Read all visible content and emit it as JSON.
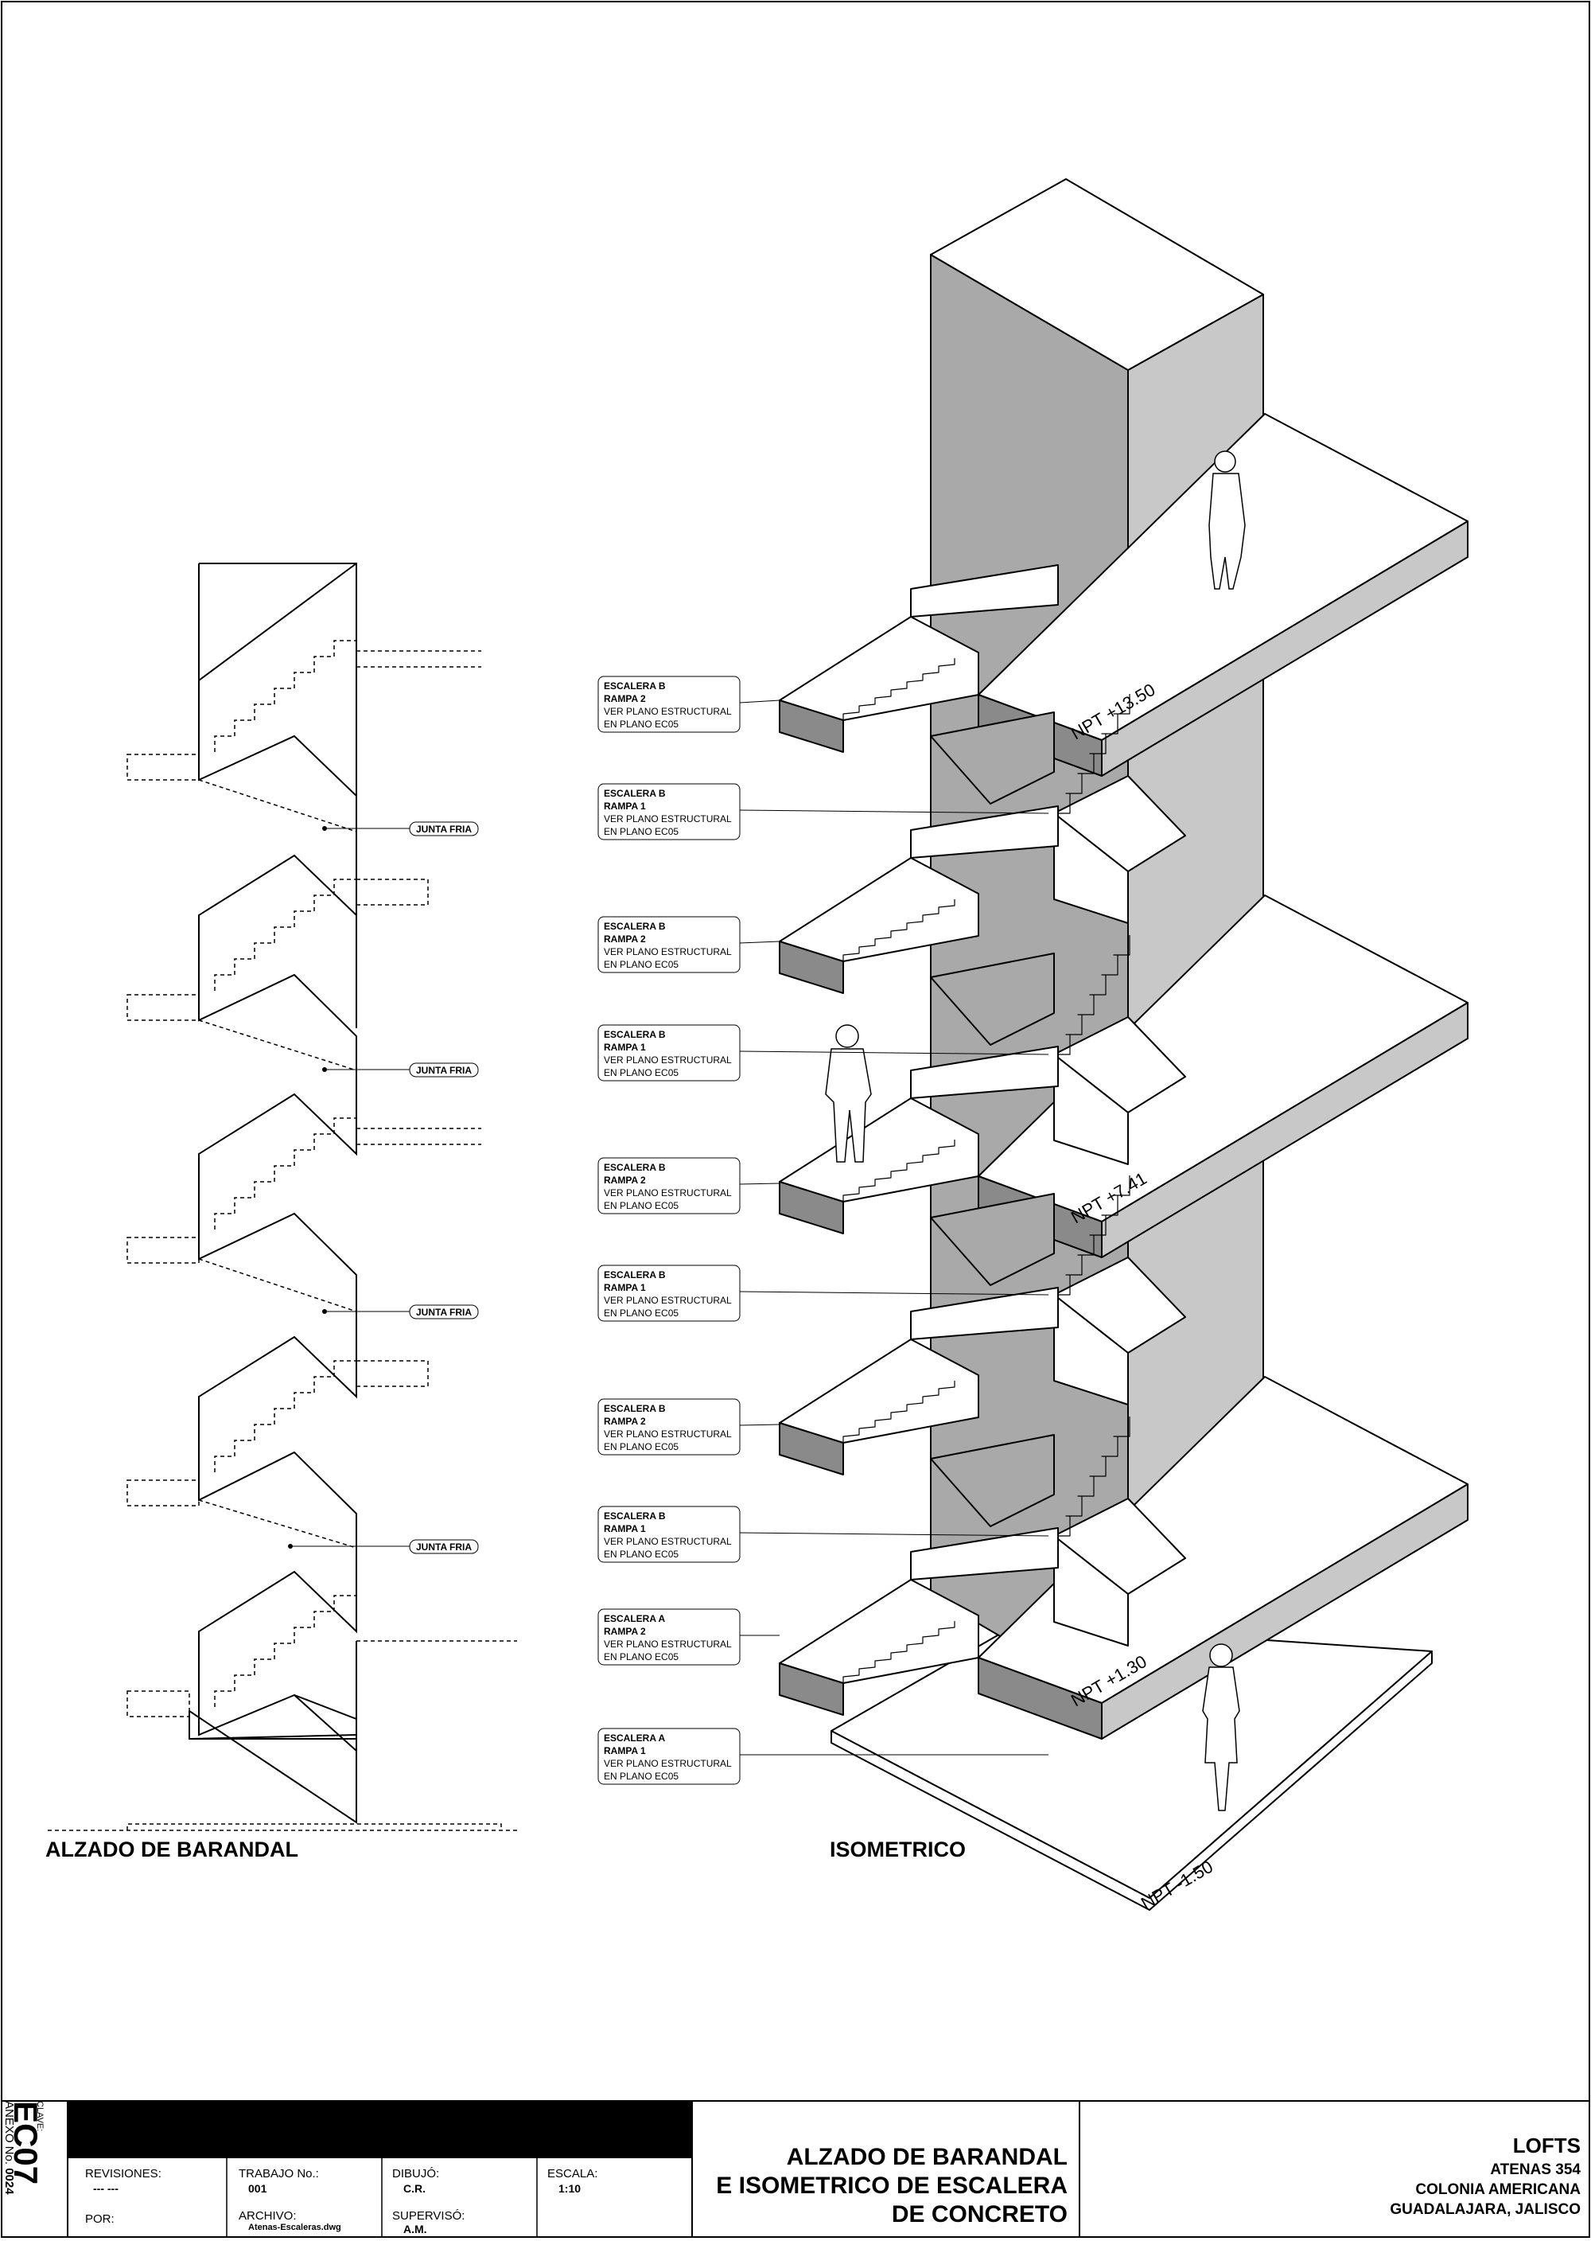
{
  "views": {
    "left_title": "ALZADO DE BARANDAL",
    "right_title": "ISOMETRICO"
  },
  "junta_labels": [
    "JUNTA FRIA",
    "JUNTA FRIA",
    "JUNTA FRIA",
    "JUNTA FRIA"
  ],
  "levels": [
    "NPT +13.50",
    "NPT +7.41",
    "NPT +1.30",
    "NPT -1.50"
  ],
  "callouts": [
    {
      "line1": "ESCALERA B",
      "line2": "RAMPA 2",
      "line3": "VER PLANO ESTRUCTURAL",
      "line4": "EN PLANO EC05"
    },
    {
      "line1": "ESCALERA B",
      "line2": "RAMPA 1",
      "line3": "VER PLANO ESTRUCTURAL",
      "line4": "EN PLANO EC05"
    },
    {
      "line1": "ESCALERA B",
      "line2": "RAMPA 2",
      "line3": "VER PLANO ESTRUCTURAL",
      "line4": "EN PLANO EC05"
    },
    {
      "line1": "ESCALERA B",
      "line2": "RAMPA 1",
      "line3": "VER PLANO ESTRUCTURAL",
      "line4": "EN PLANO EC05"
    },
    {
      "line1": "ESCALERA B",
      "line2": "RAMPA 2",
      "line3": "VER PLANO ESTRUCTURAL",
      "line4": "EN PLANO EC05"
    },
    {
      "line1": "ESCALERA B",
      "line2": "RAMPA 1",
      "line3": "VER PLANO ESTRUCTURAL",
      "line4": "EN PLANO EC05"
    },
    {
      "line1": "ESCALERA B",
      "line2": "RAMPA 2",
      "line3": "VER PLANO ESTRUCTURAL",
      "line4": "EN PLANO EC05"
    },
    {
      "line1": "ESCALERA B",
      "line2": "RAMPA 1",
      "line3": "VER PLANO ESTRUCTURAL",
      "line4": "EN PLANO EC05"
    },
    {
      "line1": "ESCALERA A",
      "line2": "RAMPA 2",
      "line3": "VER PLANO ESTRUCTURAL",
      "line4": "EN PLANO EC05"
    },
    {
      "line1": "ESCALERA A",
      "line2": "RAMPA 1",
      "line3": "VER PLANO ESTRUCTURAL",
      "line4": "EN PLANO EC05"
    }
  ],
  "title_block": {
    "clave_label": "CLAVE:",
    "code": "EC07",
    "anexo_label": "ANEXO No.",
    "anexo_value": "0024",
    "revisiones_label": "REVISIONES:",
    "revisiones_value": "--- ---",
    "por_label": "POR:",
    "trabajo_label": "TRABAJO No.:",
    "trabajo_value": "001",
    "archivo_label": "ARCHIVO:",
    "archivo_value": "Atenas-Escaleras.dwg",
    "dibujo_label": "DIBUJÓ:",
    "dibujo_value": "C.R.",
    "superviso_label": "SUPERVISÓ:",
    "superviso_value": "A.M.",
    "escala_label": "ESCALA:",
    "escala_value": "1:10",
    "drawing_title_1": "ALZADO DE BARANDAL",
    "drawing_title_2": "E ISOMETRICO DE ESCALERA",
    "drawing_title_3": "DE CONCRETO",
    "project_1": "LOFTS",
    "project_2": "ATENAS 354",
    "project_3": "COLONIA AMERICANA",
    "project_4": "GUADALAJARA, JALISCO"
  },
  "colors": {
    "line": "#000000",
    "shade_dark": "#8a8a8a",
    "shade_mid": "#a9a9a9",
    "shade_light": "#c8c8c8",
    "black_bar": "#000000"
  }
}
